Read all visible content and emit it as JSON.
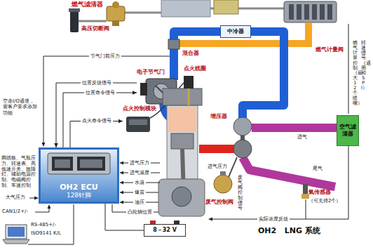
{
  "diagram": {
    "caption": "OH2   LNG 系统",
    "nodes": [
      {
        "text": [
          "电子节气门"
        ]
      },
      {
        "text": [
          "点火控制模块"
        ]
      },
      {
        "text": [
          "OH2 ECU",
          "128针脚"
        ]
      },
      {
        "text": [
          "中冷器"
        ]
      },
      {
        "text": [
          "空气滤清器"
        ]
      },
      {
        "text": [
          "8－32 V"
        ]
      }
    ],
    "edges": [
      {
        "from": 2,
        "to": 0,
        "label": "位置命令信号",
        "arrow": "to"
      },
      {
        "from": 0,
        "to": 2,
        "label": "位置反馈信号",
        "arrow": "to"
      },
      {
        "from": 2,
        "to": 1,
        "label": "点火命令信号",
        "arrow": "to"
      },
      {
        "from": 2,
        "to": 5,
        "arrow": "none"
      }
    ],
    "labels": [
      "燃气滤清器",
      "高压切断阀",
      "燃气计量阀",
      "节气门前压力",
      "混合器",
      "空余I/O通道，需客户要求添加功能",
      "点火线圈",
      "增压器",
      "进气",
      "尾气",
      "氧传感器",
      "（可支持2个）",
      "废气控制阀",
      "进气压力",
      "废气阀控制信号",
      "实际浓度反馈",
      "进气压力",
      "进气温度",
      "水温",
      "爆震",
      "油压",
      "凸轮轴位置",
      "脚踏板、气瓶压力、转速表、高低速开关、故障灯、辅助电源控制、电磁阀控制、车速控制",
      "大气压力",
      "CAN1/2+/-",
      "RS-485+/-",
      "ISO9141 K/L",
      "燃气计量控制（最大12个喷嘴）",
      "转速信号（通用和SPI）"
    ]
  }
}
